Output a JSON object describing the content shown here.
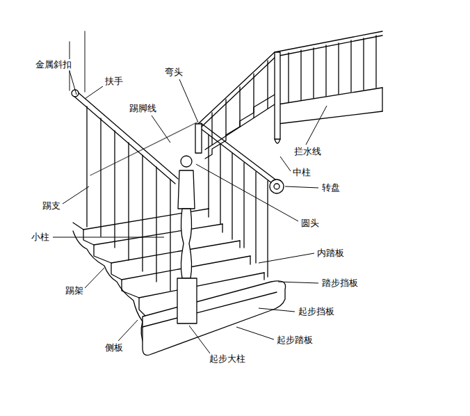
{
  "diagram": {
    "labels": [
      "金属斜扣",
      "扶手",
      "弯头",
      "踢脚线",
      "拦水线",
      "中柱",
      "转盘",
      "踢支",
      "圆头",
      "小柱",
      "内踏板",
      "踏步挡板",
      "踢架",
      "起步挡板",
      "侧板",
      "起步踏板",
      "起步大柱"
    ]
  }
}
